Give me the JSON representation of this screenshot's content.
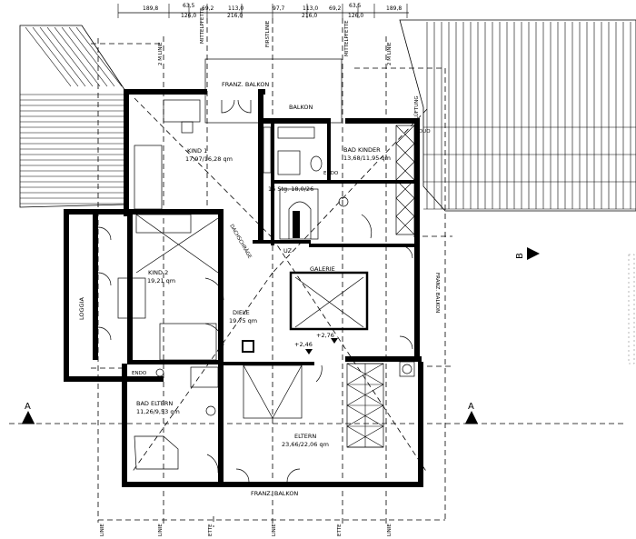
{
  "dimensions": [
    "189,8",
    "63,5",
    "69,2",
    "113,0",
    "97,7",
    "113,0",
    "69,2",
    "63,5",
    "189,8"
  ],
  "dimensions_sub": [
    "126,0",
    "216,0",
    "216,0",
    "126,0"
  ],
  "axis_labels": {
    "mittelpfette_l": "MITTELPFETTE",
    "firstlinie": "FIRSTLINIE",
    "mittelpfette_r": "MITTELPFETTE",
    "line_2m_l": "2 M LINIE",
    "line_2m_r": "2 M LINIE",
    "entluftung": "ENTLÜFTUNG"
  },
  "labels": {
    "franz_balkon_top": "FRANZ. BALKON",
    "balkon": "BALKON",
    "kind1_name": "KIND 1",
    "kind1_area": "17,97/16,28 qm",
    "bad_kinder_name": "BAD KINDER",
    "bad_kinder_area": "13,68/11,95 qm",
    "stair": "16 Stg. 18,0/26",
    "duo_a": "DUO",
    "duo_b": "ENDO",
    "dachschrage": "DACHSCHRÄGE",
    "uz": "UZ",
    "galerie": "GALERIE",
    "kind2_name": "KIND 2",
    "kind2_area": "19,21 qm",
    "loggia": "LOGGIA",
    "diele_name": "DIELE",
    "diele_area": "19,75 qm",
    "elev1": "+2,46",
    "elev2": "+2,76",
    "bad_eltern_name": "BAD ELTERN",
    "bad_eltern_area": "11,26/9,53 qm",
    "endo": "ENDO",
    "eltern_name": "ELTERN",
    "eltern_area": "23,66/22,06 qm",
    "franz_balkon_bottom": "FRANZ. BALKON",
    "franz_balkon_right": "FRANZ. BALKON",
    "section_a": "A",
    "section_b": "B"
  },
  "bottom_labels": [
    "LINIE",
    "ETTE",
    "LINIE",
    "ETTE",
    "LINIE",
    "LINIE"
  ]
}
